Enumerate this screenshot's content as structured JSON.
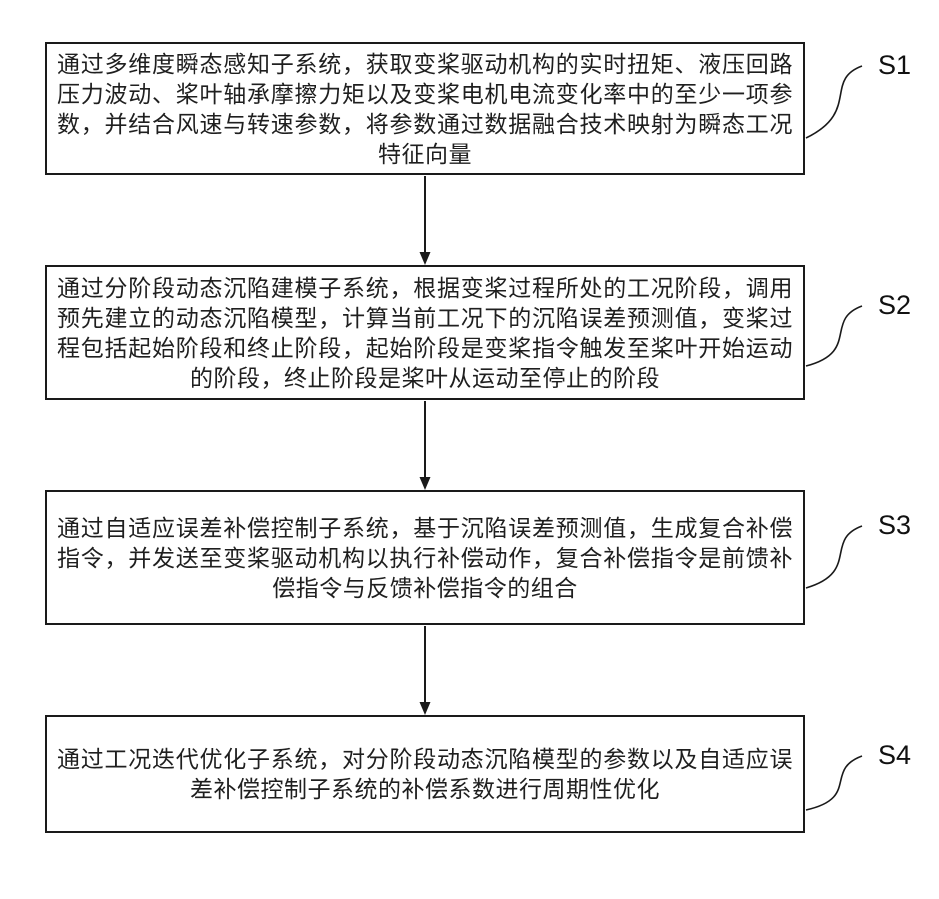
{
  "diagram": {
    "type": "flowchart",
    "colors": {
      "line": "#1a1a1a",
      "background": "#ffffff",
      "text": "#1f1f1f"
    },
    "steps": [
      {
        "label": "S1",
        "text": "通过多维度瞬态感知子系统，获取变桨驱动机构的实时扭矩、液压回路压力波动、桨叶轴承摩擦力矩以及变桨电机电流变化率中的至少一项参数，并结合风速与转速参数，将参数通过数据融合技术映射为瞬态工况特征向量"
      },
      {
        "label": "S2",
        "text": "通过分阶段动态沉陷建模子系统，根据变桨过程所处的工况阶段，调用预先建立的动态沉陷模型，计算当前工况下的沉陷误差预测值，变桨过程包括起始阶段和终止阶段，起始阶段是变桨指令触发至桨叶开始运动的阶段，终止阶段是桨叶从运动至停止的阶段"
      },
      {
        "label": "S3",
        "text": "通过自适应误差补偿控制子系统，基于沉陷误差预测值，生成复合补偿指令，并发送至变桨驱动机构以执行补偿动作，复合补偿指令是前馈补偿指令与反馈补偿指令的组合"
      },
      {
        "label": "S4",
        "text": "通过工况迭代优化子系统，对分阶段动态沉陷模型的参数以及自适应误差补偿控制子系统的补偿系数进行周期性优化"
      }
    ]
  }
}
